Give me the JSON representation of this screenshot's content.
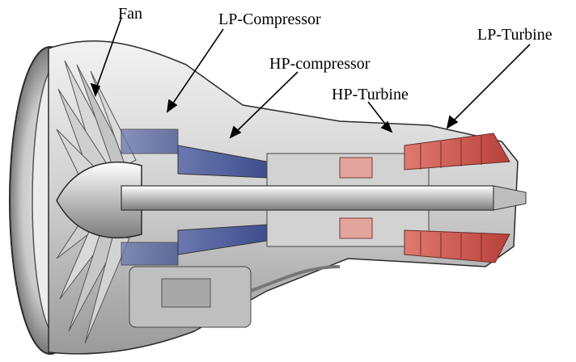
{
  "diagram": {
    "labels": {
      "fan": "Fan",
      "lp_compressor": "LP-Compressor",
      "hp_compressor": "HP-compressor",
      "hp_turbine": "HP-Turbine",
      "lp_turbine": "LP-Turbine"
    },
    "colors": {
      "background": "#ffffff",
      "metal": "#d9d9d9",
      "metal_dark": "#8a8a8a",
      "compressor_blue": "#4a5a9a",
      "turbine_red": "#c8504a",
      "outline": "#2b2b2b"
    }
  }
}
